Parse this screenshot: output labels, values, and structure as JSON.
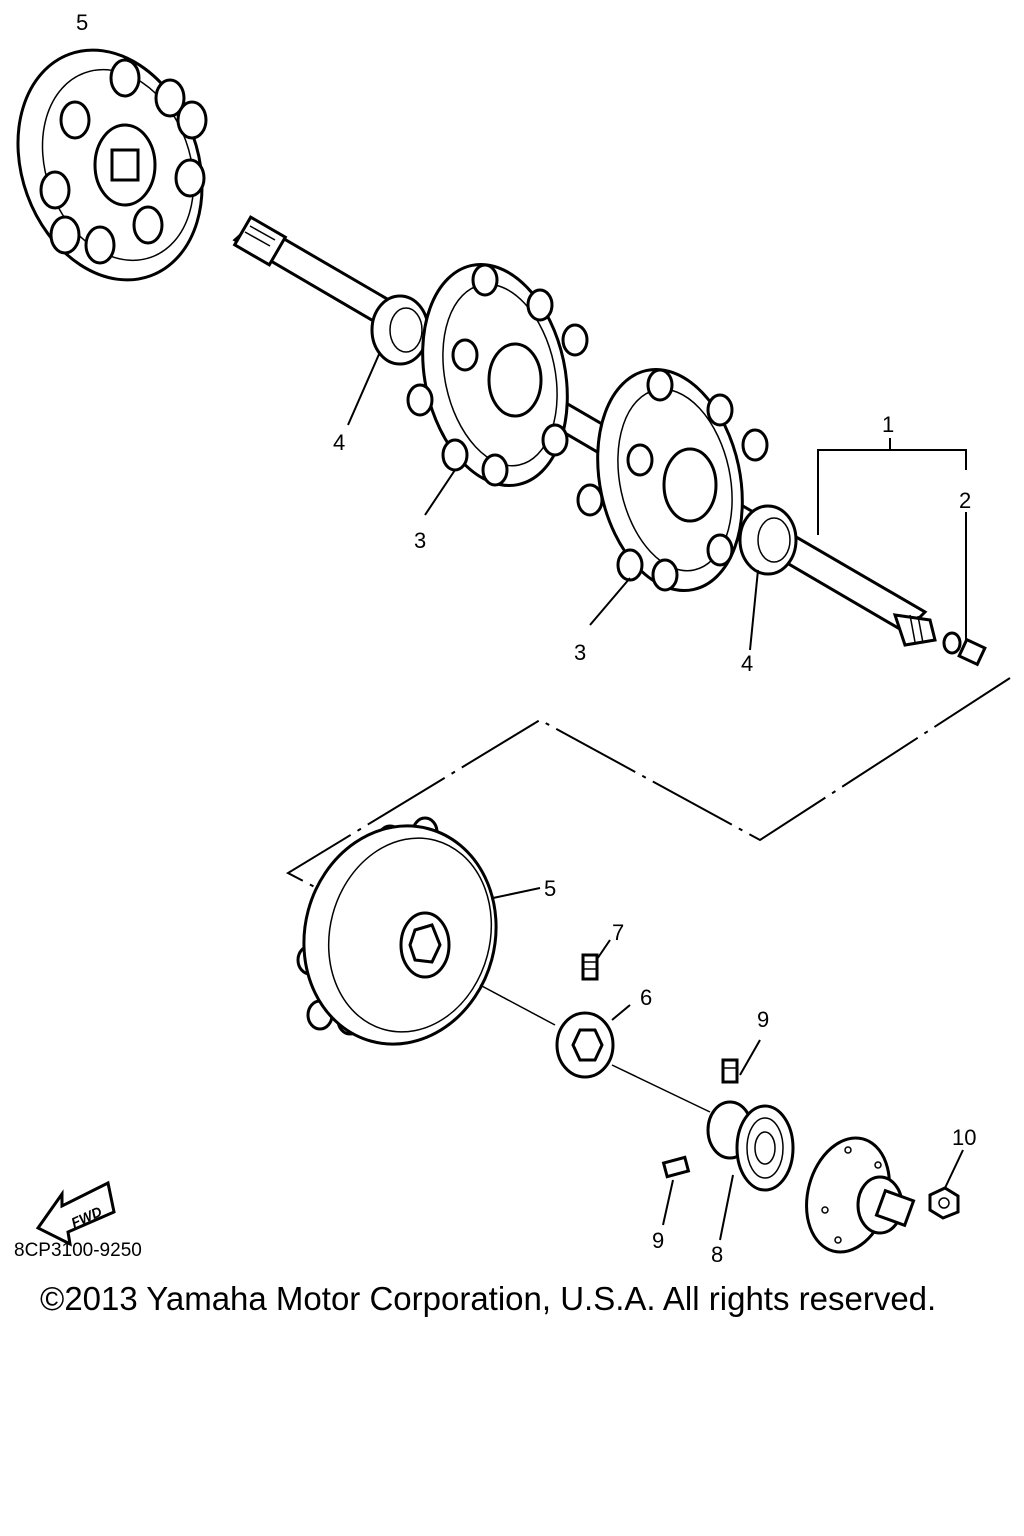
{
  "drawing_code": "8CP3100-9250",
  "copyright": "©2013 Yamaha Motor Corporation, U.S.A. All rights reserved.",
  "fwd_label": "FWD",
  "callouts": {
    "c1": "1",
    "c2": "2",
    "c3a": "3",
    "c3b": "3",
    "c4a": "4",
    "c4b": "4",
    "c5a": "5",
    "c5b": "5",
    "c6": "6",
    "c7": "7",
    "c8": "8",
    "c9a": "9",
    "c9b": "9",
    "c10": "10"
  },
  "icons": [
    "fwd-arrow-icon"
  ]
}
